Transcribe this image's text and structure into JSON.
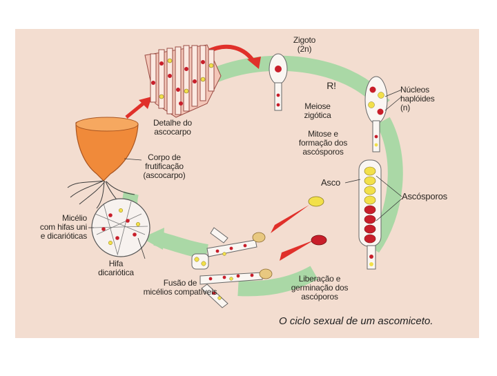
{
  "labels": {
    "zigoto": "Zigoto\n(2n)",
    "ri": "R!",
    "meiose": "Meiose\nzigótica",
    "nucleos": "Núcleos\nhaplóides\n(n)",
    "mitose": "Mitose e\nformação dos\nascósporos",
    "asco": "Asco",
    "ascosporos": "Ascósporos",
    "detalhe": "Detalhe do\nascocarpo",
    "corpo": "Corpo de\nfrutificação\n(ascocarpo)",
    "micelio": "Micélio\ncom hifas uni\ne dicarióticas",
    "hifa": "Hifa\ndicariótica",
    "fusao": "Fusão de\nmicélios compatíveis",
    "liberacao": "Liberação e\ngerminação dos\nascóporos"
  },
  "caption": "O ciclo sexual de um ascomiceto.",
  "colors": {
    "background": "#f3ddd0",
    "cycle_arrow": "#aad8a6",
    "red_arrow": "#e0302a",
    "ascocarp": "#f08a3a",
    "nucleus_red": "#c81e2a",
    "nucleus_yellow": "#f2e04a"
  }
}
